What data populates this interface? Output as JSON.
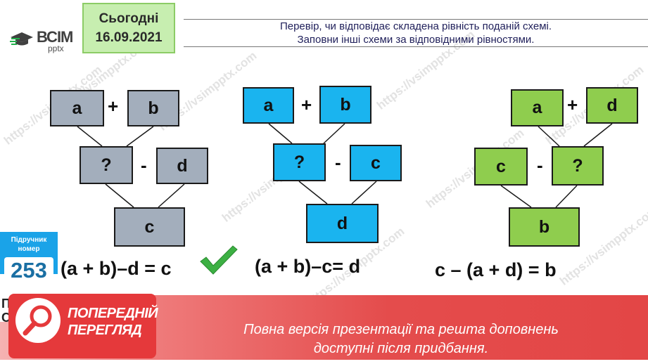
{
  "logo": {
    "brand": "ВСІМ",
    "sub": "pptx"
  },
  "date_box": {
    "label": "Сьогодні",
    "date": "16.09.2021"
  },
  "task": {
    "line1": "Перевір, чи відповідає складена рівність поданій схемі.",
    "line2": "Заповни інші схеми за відповідними рівностями."
  },
  "schemes": [
    {
      "color": "#a3aebc",
      "top_left": "a",
      "top_op": "+",
      "top_right": "b",
      "mid_left": "?",
      "mid_op": "-",
      "mid_right": "d",
      "result": "c",
      "equation": "(a + b)–d = c"
    },
    {
      "color": "#1ab4ef",
      "top_left": "a",
      "top_op": "+",
      "top_right": "b",
      "mid_left": "?",
      "mid_op": "-",
      "mid_right": "c",
      "result": "d",
      "equation": "(a + b)–c= d"
    },
    {
      "color": "#8fcd4e",
      "top_left": "a",
      "top_op": "+",
      "top_right": "d",
      "mid_left": "c",
      "mid_op": "-",
      "mid_right": "?",
      "result": "b",
      "equation": "c – (a + d) = b"
    }
  ],
  "sidebar": {
    "line1": "Підручник",
    "line2": "номер",
    "page": "253"
  },
  "left_tab": {
    "top": "П",
    "bottom": "С"
  },
  "preview": {
    "line1": "ПОПЕРЕДНІЙ",
    "line2": "ПЕРЕГЛЯД"
  },
  "notice": {
    "line1": "Повна версія презентації та решта доповнень",
    "line2": "доступні після придбання."
  },
  "watermark": "https://vsimpptx.com",
  "colors": {
    "accent_red": "#e5393b",
    "check_green": "#3cb043",
    "sidebar_blue": "#1aa3e8"
  }
}
